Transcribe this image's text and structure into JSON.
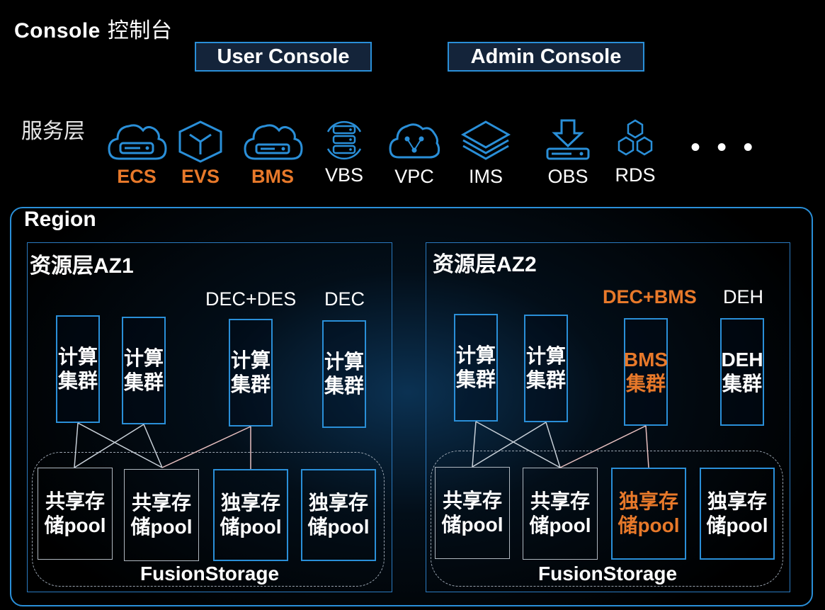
{
  "header": {
    "title": "Console",
    "title_cn": "控制台",
    "user_console": "User Console",
    "admin_console": "Admin Console"
  },
  "service_layer": {
    "label": "服务层",
    "services": [
      {
        "name": "ECS",
        "highlight": true,
        "icon": "cloud-server-icon"
      },
      {
        "name": "EVS",
        "highlight": true,
        "icon": "cube-icon"
      },
      {
        "name": "BMS",
        "highlight": true,
        "icon": "cloud-server-icon"
      },
      {
        "name": "VBS",
        "highlight": false,
        "icon": "backup-stack-icon"
      },
      {
        "name": "VPC",
        "highlight": false,
        "icon": "cloud-network-icon"
      },
      {
        "name": "IMS",
        "highlight": false,
        "icon": "layers-icon"
      },
      {
        "name": "OBS",
        "highlight": false,
        "icon": "download-disk-icon"
      },
      {
        "name": "RDS",
        "highlight": false,
        "icon": "hexagons-icon"
      }
    ],
    "more": "• • •"
  },
  "region": {
    "label": "Region",
    "azs": [
      {
        "label": "资源层AZ1",
        "col_headers": [
          {
            "text": "DEC+DES",
            "highlight": false
          },
          {
            "text": "DEC",
            "highlight": false
          }
        ],
        "clusters": [
          {
            "line1": "计算",
            "line2": "集群",
            "highlight": false
          },
          {
            "line1": "计算",
            "line2": "集群",
            "highlight": false
          },
          {
            "line1": "计算",
            "line2": "集群",
            "highlight": false
          },
          {
            "line1": "计算",
            "line2": "集群",
            "highlight": false
          }
        ],
        "pools": [
          {
            "line1": "共享存",
            "line2": "储pool",
            "highlight": false
          },
          {
            "line1": "共享存",
            "line2": "储pool",
            "highlight": false
          },
          {
            "line1": "独享存",
            "line2": "储pool",
            "highlight": false
          },
          {
            "line1": "独享存",
            "line2": "储pool",
            "highlight": false
          }
        ],
        "storage_label": "FusionStorage"
      },
      {
        "label": "资源层AZ2",
        "col_headers": [
          {
            "text": "DEC+BMS",
            "highlight": true
          },
          {
            "text": "DEH",
            "highlight": false
          }
        ],
        "clusters": [
          {
            "line1": "计算",
            "line2": "集群",
            "highlight": false
          },
          {
            "line1": "计算",
            "line2": "集群",
            "highlight": false
          },
          {
            "line1": "BMS",
            "line2": "集群",
            "highlight": true
          },
          {
            "line1": "DEH",
            "line2": "集群",
            "highlight": false
          }
        ],
        "pools": [
          {
            "line1": "共享存",
            "line2": "储pool",
            "highlight": false
          },
          {
            "line1": "共享存",
            "line2": "储pool",
            "highlight": false
          },
          {
            "line1": "独享存",
            "line2": "储pool",
            "highlight": true
          },
          {
            "line1": "独享存",
            "line2": "储pool",
            "highlight": false
          }
        ],
        "storage_label": "FusionStorage"
      }
    ]
  },
  "colors": {
    "accent_blue": "#2a8fd8",
    "highlight_orange": "#e8792a",
    "background": "#000000"
  }
}
